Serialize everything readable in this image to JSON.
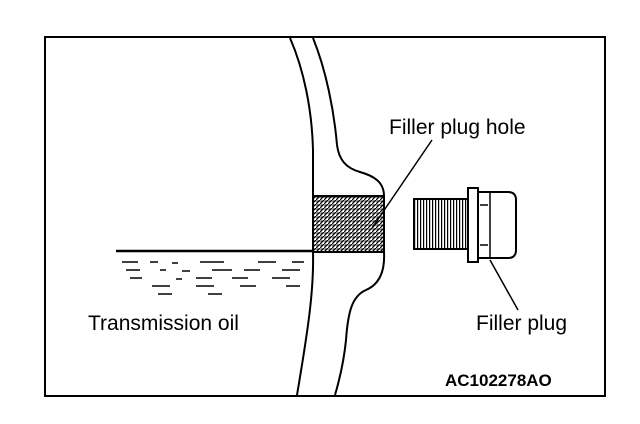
{
  "labels": {
    "filler_plug_hole": "Filler plug hole",
    "transmission_oil": "Transmission oil",
    "filler_plug": "Filler plug",
    "figure_code": "AC102278AO"
  },
  "colors": {
    "line": "#000000",
    "background": "#ffffff"
  }
}
